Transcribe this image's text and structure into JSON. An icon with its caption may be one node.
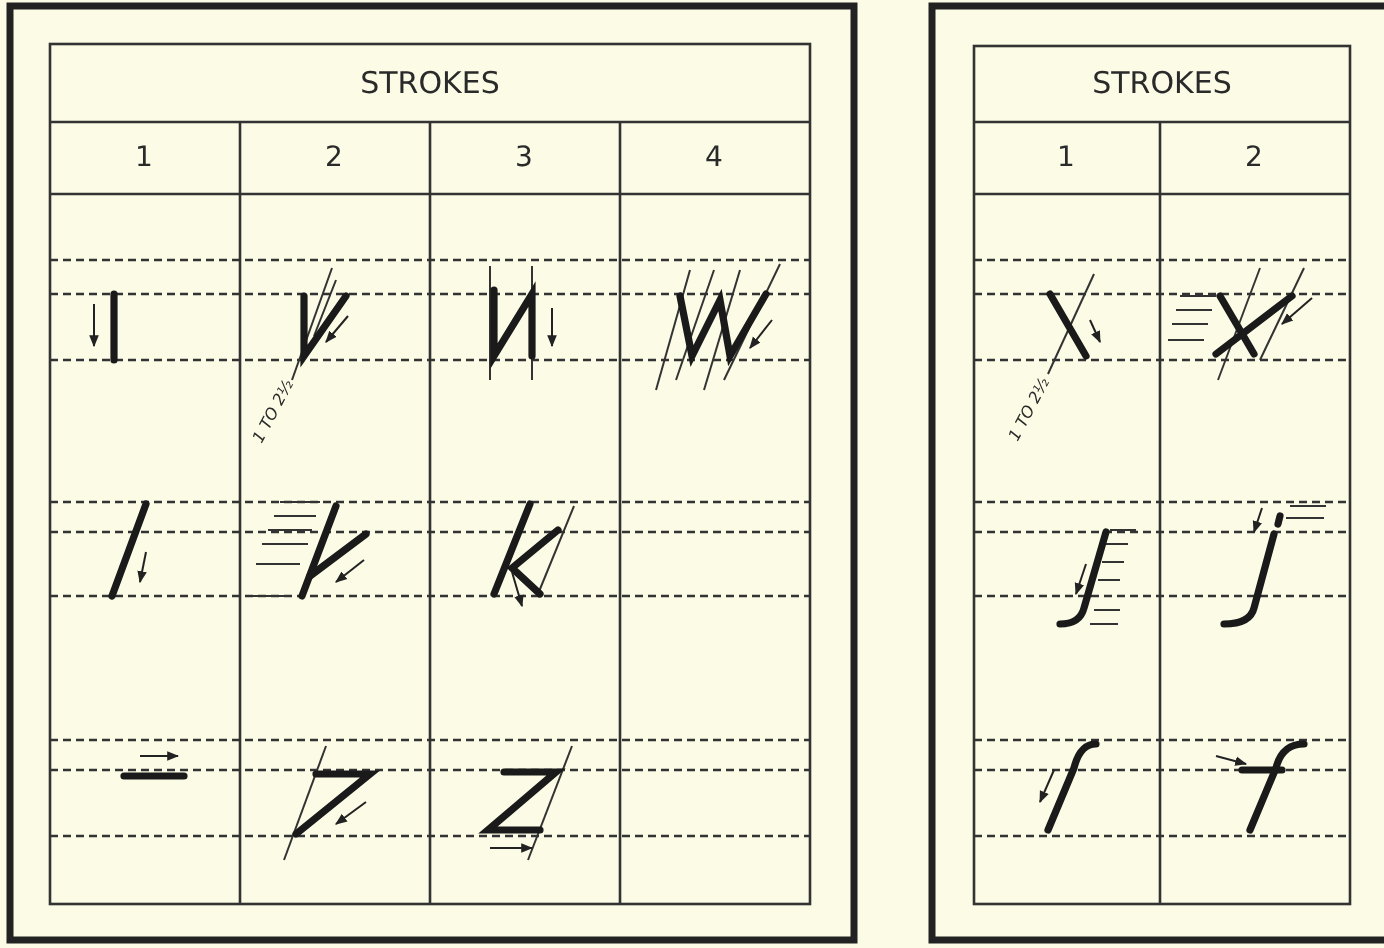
{
  "diagram": {
    "labels": [
      "STROKES",
      "1",
      "2",
      "3",
      "4",
      "1 TO 2½",
      "STROKES",
      "1",
      "2",
      "1 TO 2½"
    ]
  }
}
